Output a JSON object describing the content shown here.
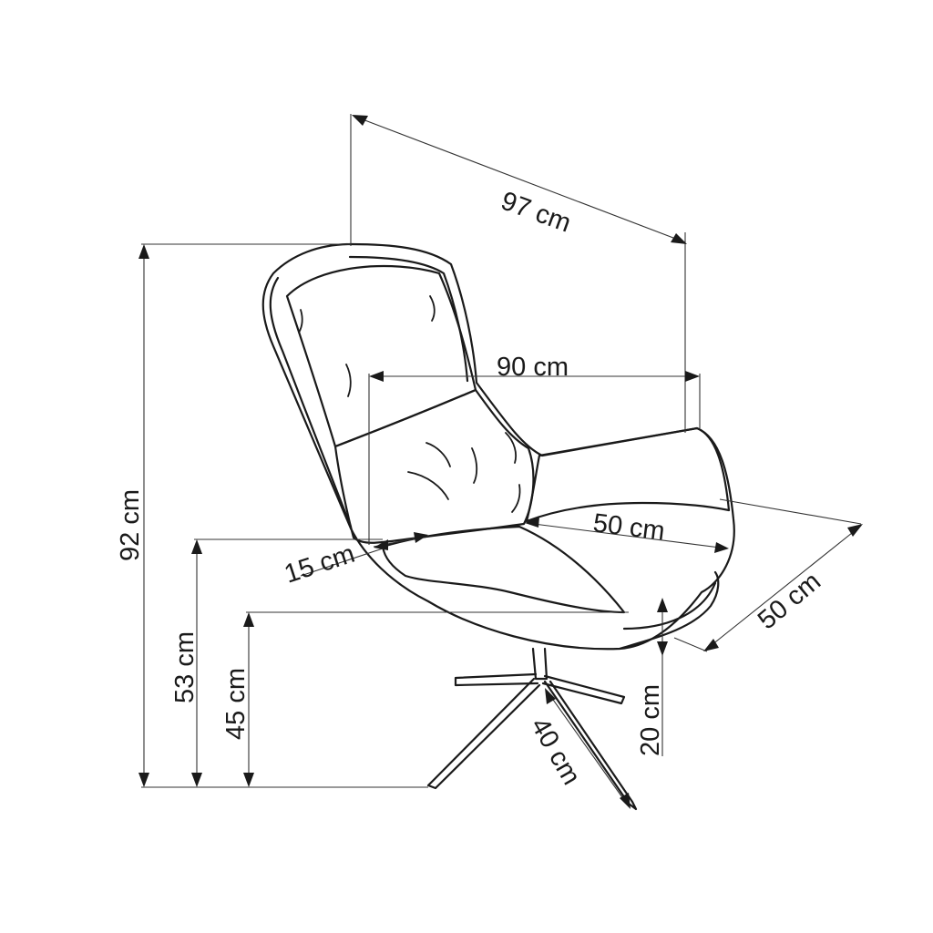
{
  "dimensions": {
    "depth_overall": "97 cm",
    "width_overall": "90 cm",
    "height_overall": "92 cm",
    "seat_width": "50 cm",
    "seat_depth": "50 cm",
    "armrest_height": "53 cm",
    "seat_height": "45 cm",
    "armrest_thickness": "15 cm",
    "seat_thickness": "20 cm",
    "leg_length": "40 cm"
  }
}
